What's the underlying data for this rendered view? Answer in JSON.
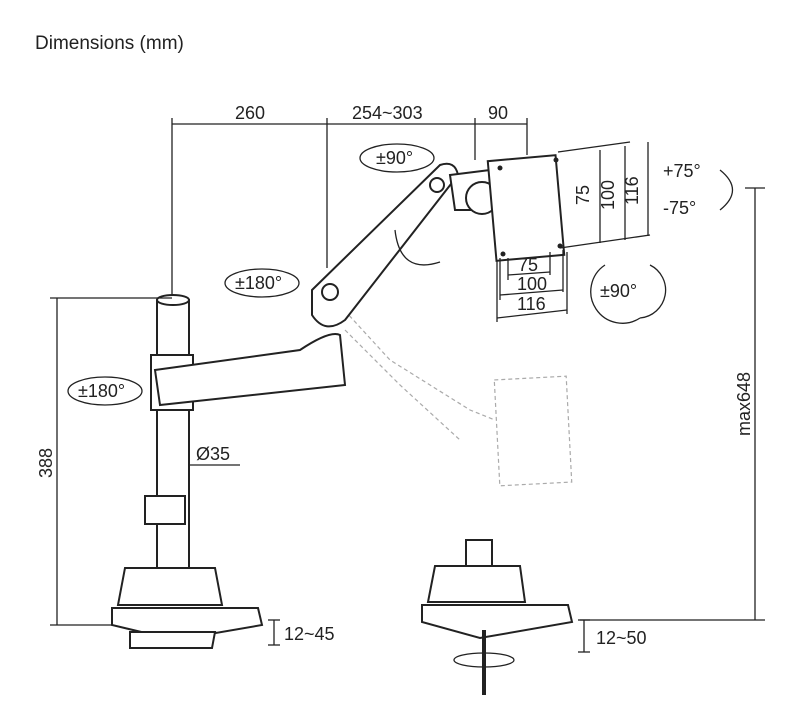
{
  "title": "Dimensions (mm)",
  "dimensions": {
    "arm_segment_1": "260",
    "arm_segment_2": "254~303",
    "head_depth": "90",
    "pole_height": "388",
    "pole_diameter": "Ø35",
    "max_height": "max648",
    "clamp_thickness": "12~45",
    "grommet_thickness": "12~50",
    "vesa_v1": "75",
    "vesa_v2": "100",
    "vesa_v3": "116",
    "vesa_h1": "75",
    "vesa_h2": "100",
    "vesa_h3": "116"
  },
  "rotations": {
    "head_swivel": "±90°",
    "arm_swivel": "±180°",
    "pole_swivel": "±180°",
    "tilt_up": "+75°",
    "tilt_down": "-75°",
    "rotation": "±90°"
  }
}
